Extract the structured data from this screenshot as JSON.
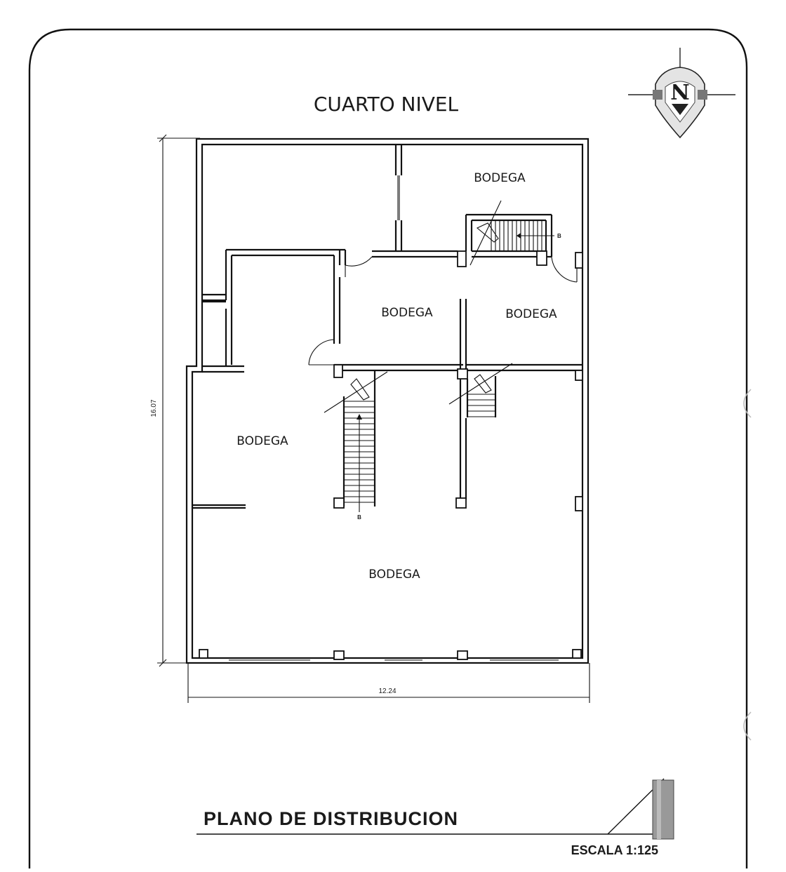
{
  "plan": {
    "title": "CUARTO NIVEL",
    "rooms": [
      {
        "id": "bodega-top-right",
        "label": "BODEGA"
      },
      {
        "id": "bodega-middle",
        "label": "BODEGA"
      },
      {
        "id": "bodega-middle-right",
        "label": "BODEGA"
      },
      {
        "id": "bodega-left",
        "label": "BODEGA"
      },
      {
        "id": "bodega-bottom",
        "label": "BODEGA"
      }
    ],
    "dimensions": {
      "height": "16.07",
      "width": "12.24"
    },
    "stair_marks": {
      "top": "B",
      "main": "B"
    },
    "compass": {
      "letter": "N"
    }
  },
  "footer": {
    "title": "PLANO DE DISTRIBUCION",
    "scale": "ESCALA 1:125"
  }
}
